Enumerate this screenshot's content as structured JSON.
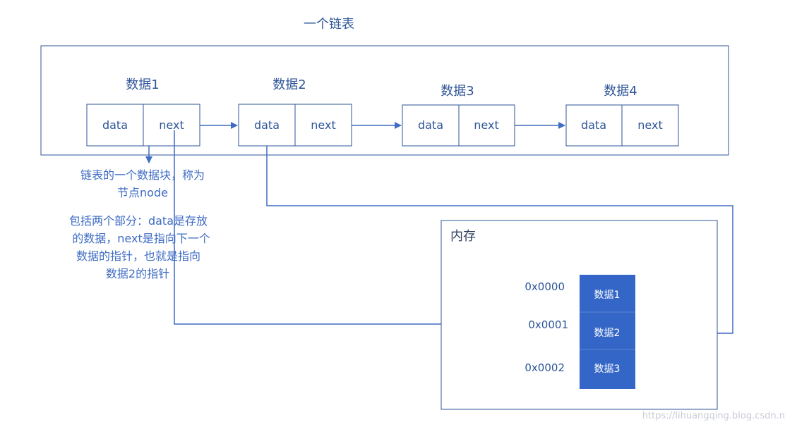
{
  "diagram_title": "一个链表",
  "colors": {
    "stroke": "#2e5597",
    "text": "#2e5597",
    "arrow": "#3f6cc4",
    "memory_cell": "#3466c7"
  },
  "nodes": [
    {
      "label": "数据1",
      "data_label": "data",
      "next_label": "next"
    },
    {
      "label": "数据2",
      "data_label": "data",
      "next_label": "next"
    },
    {
      "label": "数据3",
      "data_label": "data",
      "next_label": "next"
    },
    {
      "label": "数据4",
      "data_label": "data",
      "next_label": "next"
    }
  ],
  "note_node": {
    "line1": "链表的一个数据块，称为",
    "line2": "节点node"
  },
  "note_parts": {
    "line1": "包括两个部分：data是存放",
    "line2": "的数据，next是指向下一个",
    "line3": "数据的指针，也就是指向",
    "line4": "数据2的指针"
  },
  "memory": {
    "title": "内存",
    "rows": [
      {
        "address": "0x0000",
        "value": "数据1"
      },
      {
        "address": "0x0001",
        "value": "数据2"
      },
      {
        "address": "0x0002",
        "value": "数据3"
      }
    ]
  },
  "watermark": "https://lihuangqing.blog.csdn.n"
}
